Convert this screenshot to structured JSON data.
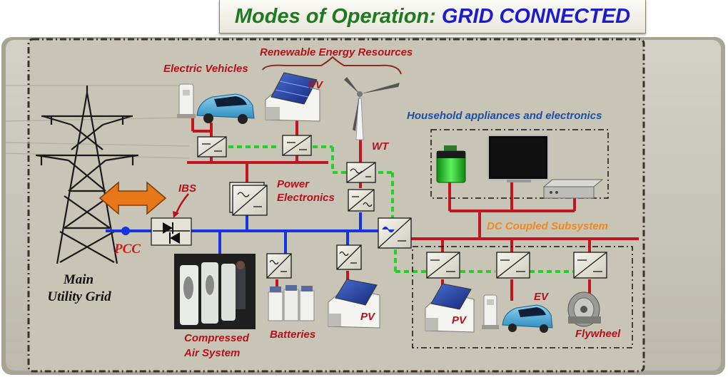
{
  "title": {
    "prefix": "Modes of Operation",
    "colon": ":",
    "mode": "GRID CONNECTED"
  },
  "labels": {
    "electric_vehicles": "Electric Vehicles",
    "renewable": "Renewable Energy Resources",
    "pv_top": "PV",
    "wt": "WT",
    "household": "Household appliances and electronics",
    "ibs": "IBS",
    "power_electronics_1": "Power",
    "power_electronics_2": "Electronics",
    "dc_coupled": "DC Coupled Subsystem",
    "pcc": "PCC",
    "grid_1": "Main",
    "grid_2": "Utility Grid",
    "cas_1": "Compressed",
    "cas_2": "Air System",
    "batteries": "Batteries",
    "pv_mid": "PV",
    "pv_dc": "PV",
    "ev": "EV",
    "flywheel": "Flywheel"
  },
  "colors": {
    "panel": "#c9c6b8",
    "ac_bus_red": "#c0161f",
    "dc_bus_blue": "#1533e0",
    "comm_green": "#2ec92e",
    "arrow_orange": "#e8771a"
  }
}
